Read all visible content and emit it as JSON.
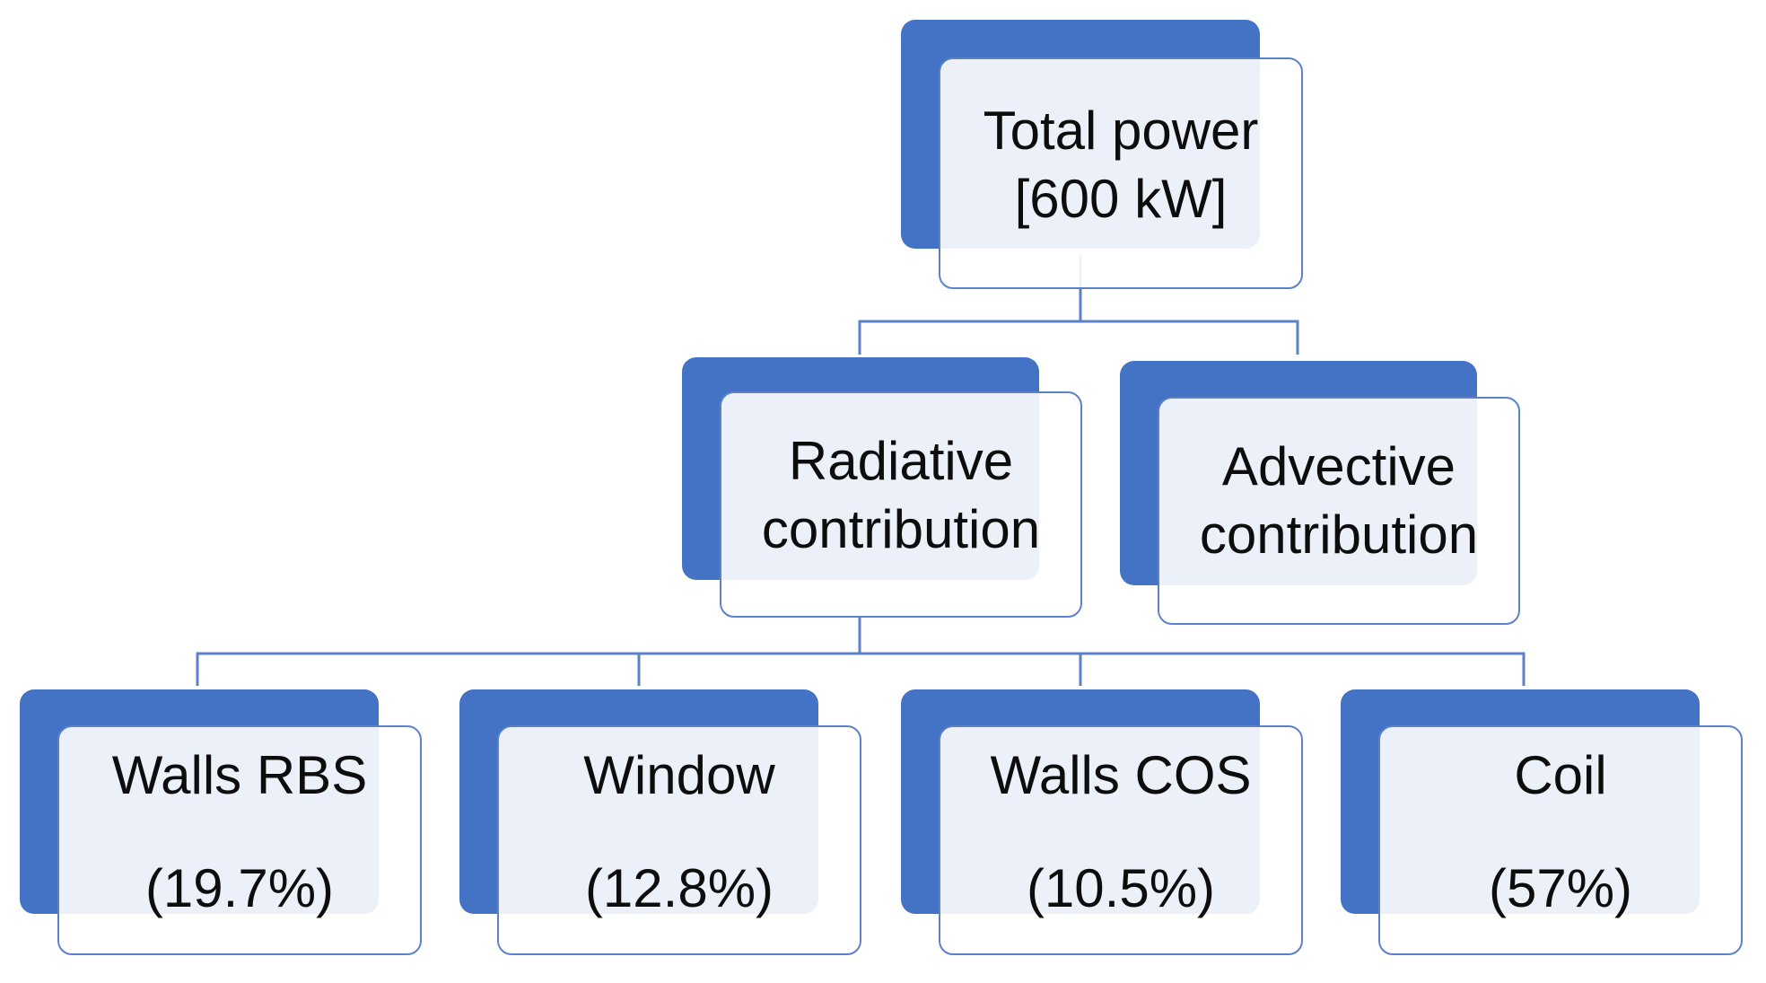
{
  "diagram": {
    "root": {
      "line1": "Total power",
      "line2": "[600 kW]"
    },
    "level2": [
      {
        "line1": "Radiative",
        "line2": "contribution"
      },
      {
        "line1": "Advective",
        "line2": "contribution"
      }
    ],
    "leaves": [
      {
        "name": "Walls RBS",
        "value": "(19.7%)"
      },
      {
        "name": "Window",
        "value": "(12.8%)"
      },
      {
        "name": "Walls COS",
        "value": "(10.5%)"
      },
      {
        "name": "Coil",
        "value": "(57%)"
      }
    ],
    "colors": {
      "accent": "#4472c4",
      "line": "#5b82c9",
      "card": "#ffffff"
    }
  }
}
